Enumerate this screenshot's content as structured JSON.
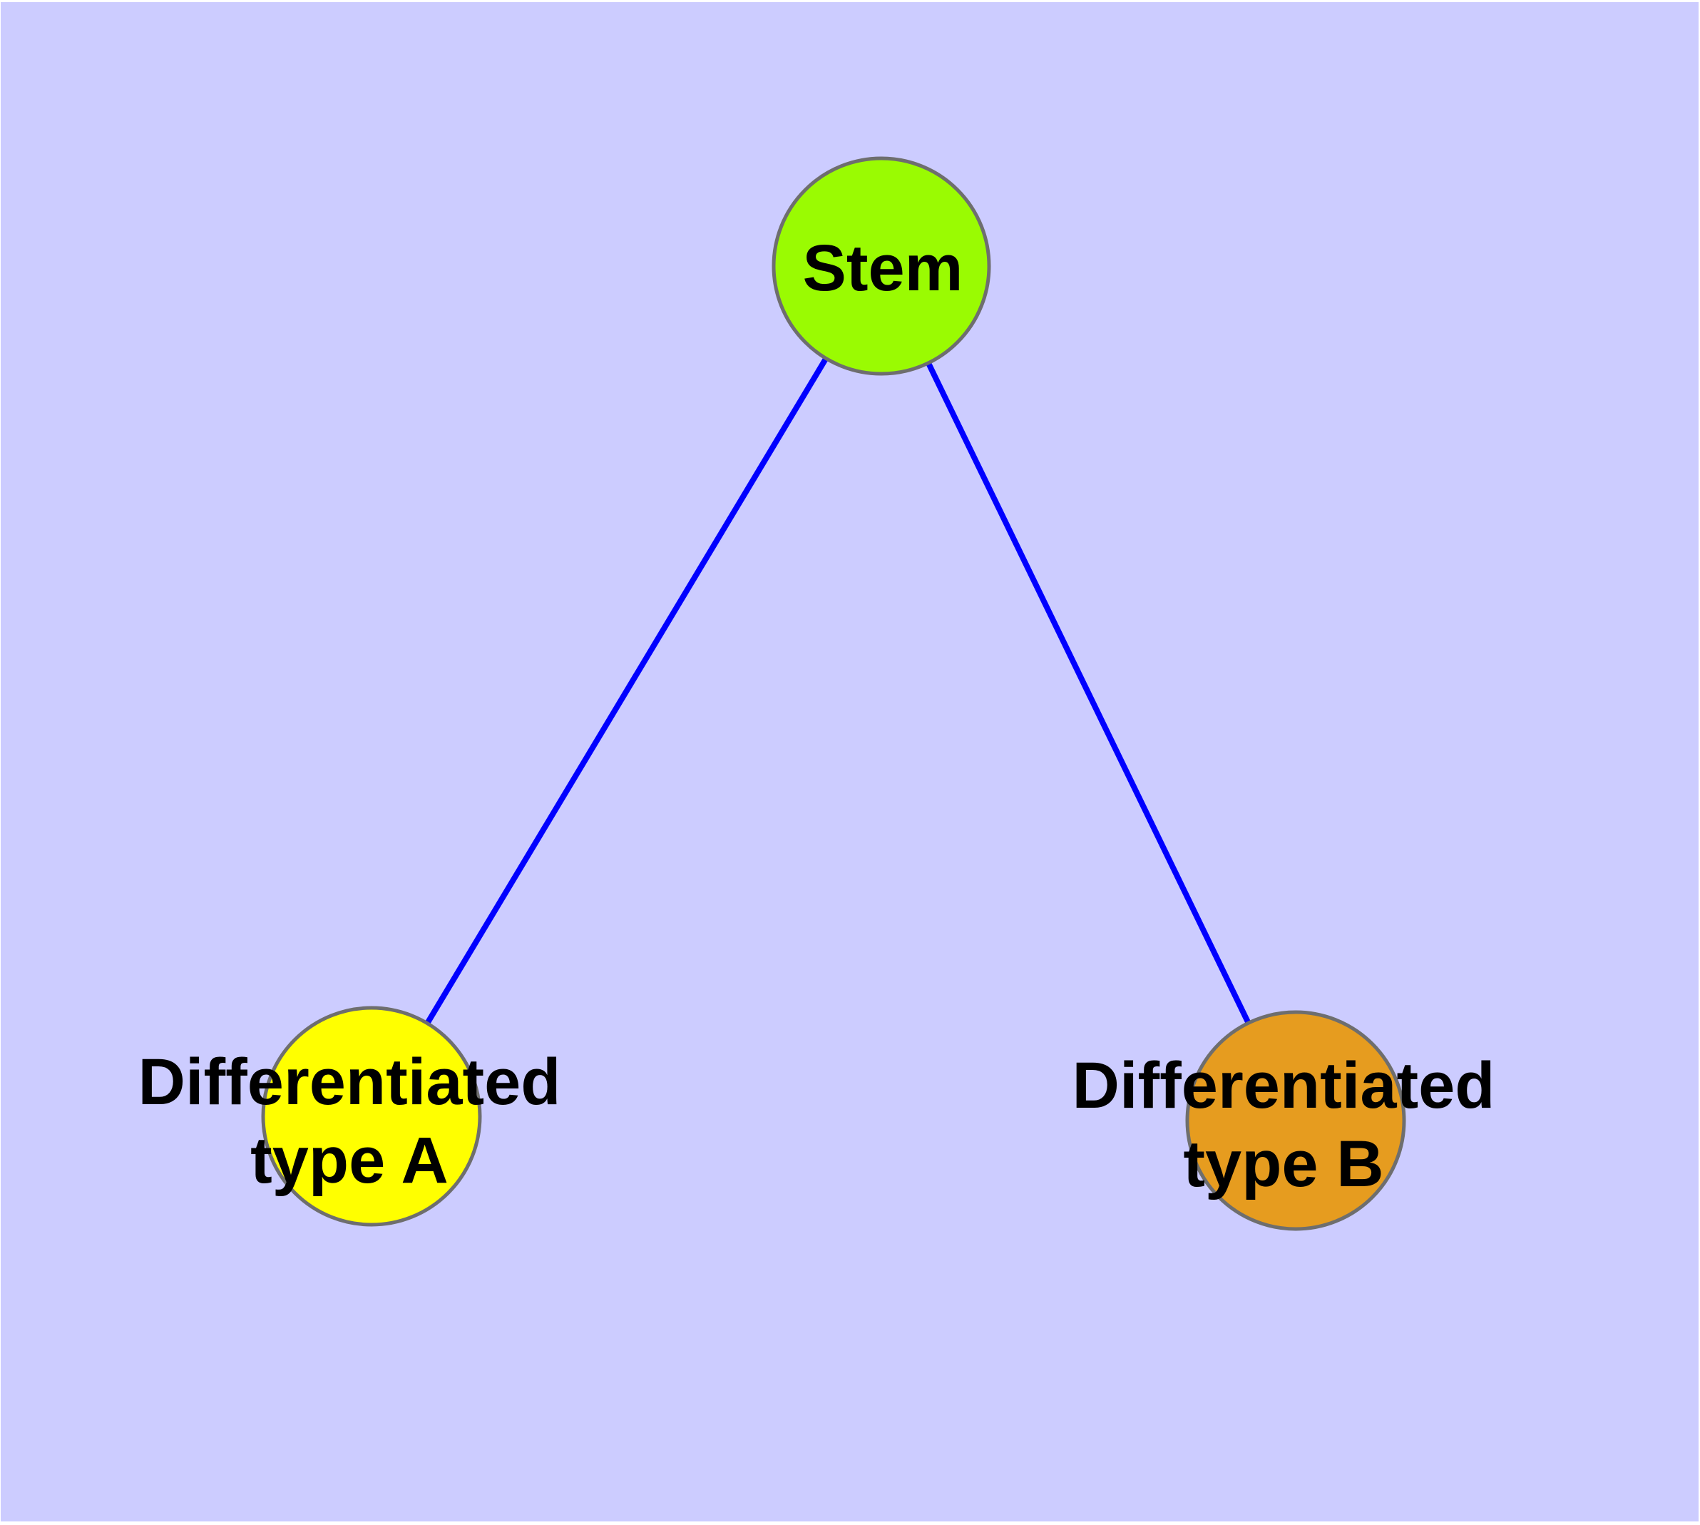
{
  "diagram": {
    "title": "stem-cell-differentiation-graph",
    "type": "node-edge-diagram",
    "nodes": {
      "stem": {
        "label": "Stem"
      },
      "type_a": {
        "line1": "Differentiated",
        "line2": "type A"
      },
      "type_b": {
        "line1": "Differentiated",
        "line2": "type B"
      }
    },
    "edges": [
      {
        "from": "Stem",
        "to": "Differentiated type A"
      },
      {
        "from": "Stem",
        "to": "Differentiated type B"
      }
    ]
  },
  "colors": {
    "background": "#CCCCFF",
    "edge": "#0000FF",
    "node_border": "#6E6E6E",
    "stem_fill": "#9AFB02",
    "type_a_fill": "#FFFF00",
    "type_b_fill": "#E69C1F",
    "label_color": "#000000"
  }
}
